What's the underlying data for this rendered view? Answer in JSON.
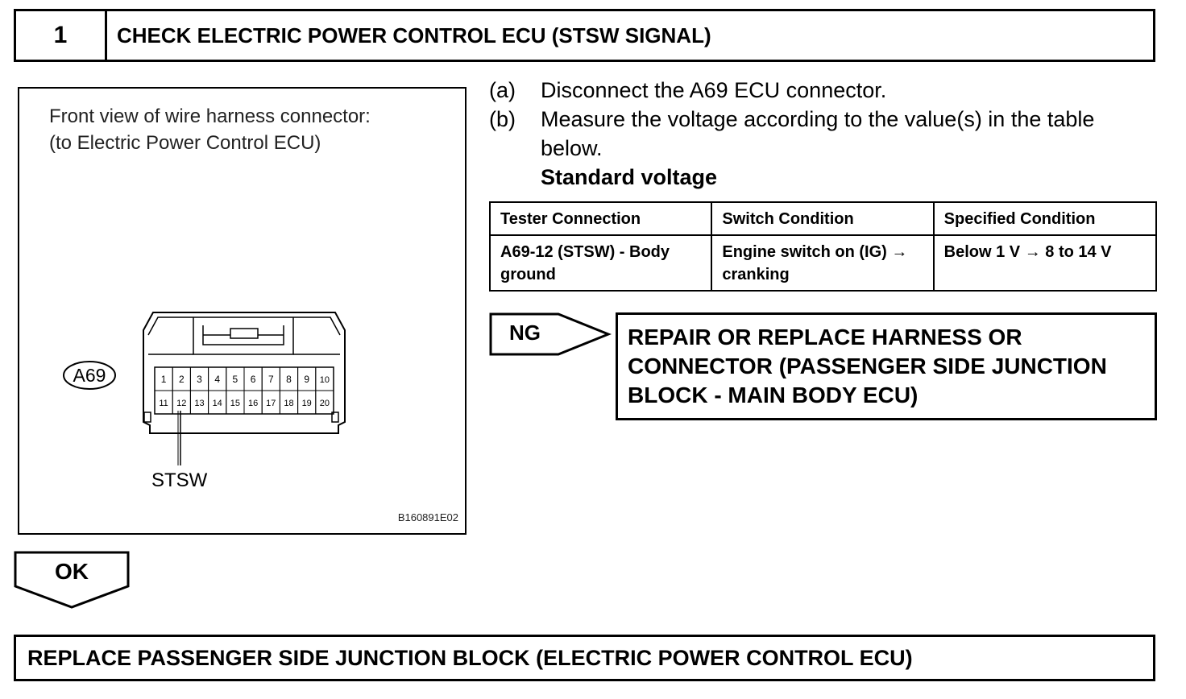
{
  "step": {
    "number": "1",
    "title": "CHECK ELECTRIC POWER CONTROL ECU (STSW SIGNAL)"
  },
  "figure": {
    "caption_line1": "Front view of wire harness connector:",
    "caption_line2": "(to Electric Power Control ECU)",
    "connector_id": "A69",
    "pins_top": [
      "1",
      "2",
      "3",
      "4",
      "5",
      "6",
      "7",
      "8",
      "9",
      "10"
    ],
    "pins_bottom": [
      "11",
      "12",
      "13",
      "14",
      "15",
      "16",
      "17",
      "18",
      "19",
      "20"
    ],
    "signal_label": "STSW",
    "code": "B160891E02"
  },
  "instructions": [
    {
      "letter": "(a)",
      "text": "Disconnect the A69 ECU connector."
    },
    {
      "letter": "(b)",
      "text": "Measure the voltage according to the value(s) in the table below."
    }
  ],
  "standard_label": "Standard voltage",
  "spec_table": {
    "headers": [
      "Tester Connection",
      "Switch Condition",
      "Specified Condition"
    ],
    "rows": [
      [
        "A69-12 (STSW) - Body ground",
        "Engine switch on (IG) → cranking",
        "Below 1 V → 8 to 14 V"
      ]
    ]
  },
  "ng": {
    "label": "NG",
    "action": "REPAIR OR REPLACE HARNESS OR CONNECTOR (PASSENGER SIDE JUNCTION BLOCK - MAIN BODY ECU)"
  },
  "ok": {
    "label": "OK",
    "action": "REPLACE PASSENGER SIDE JUNCTION BLOCK (ELECTRIC POWER CONTROL ECU)"
  }
}
